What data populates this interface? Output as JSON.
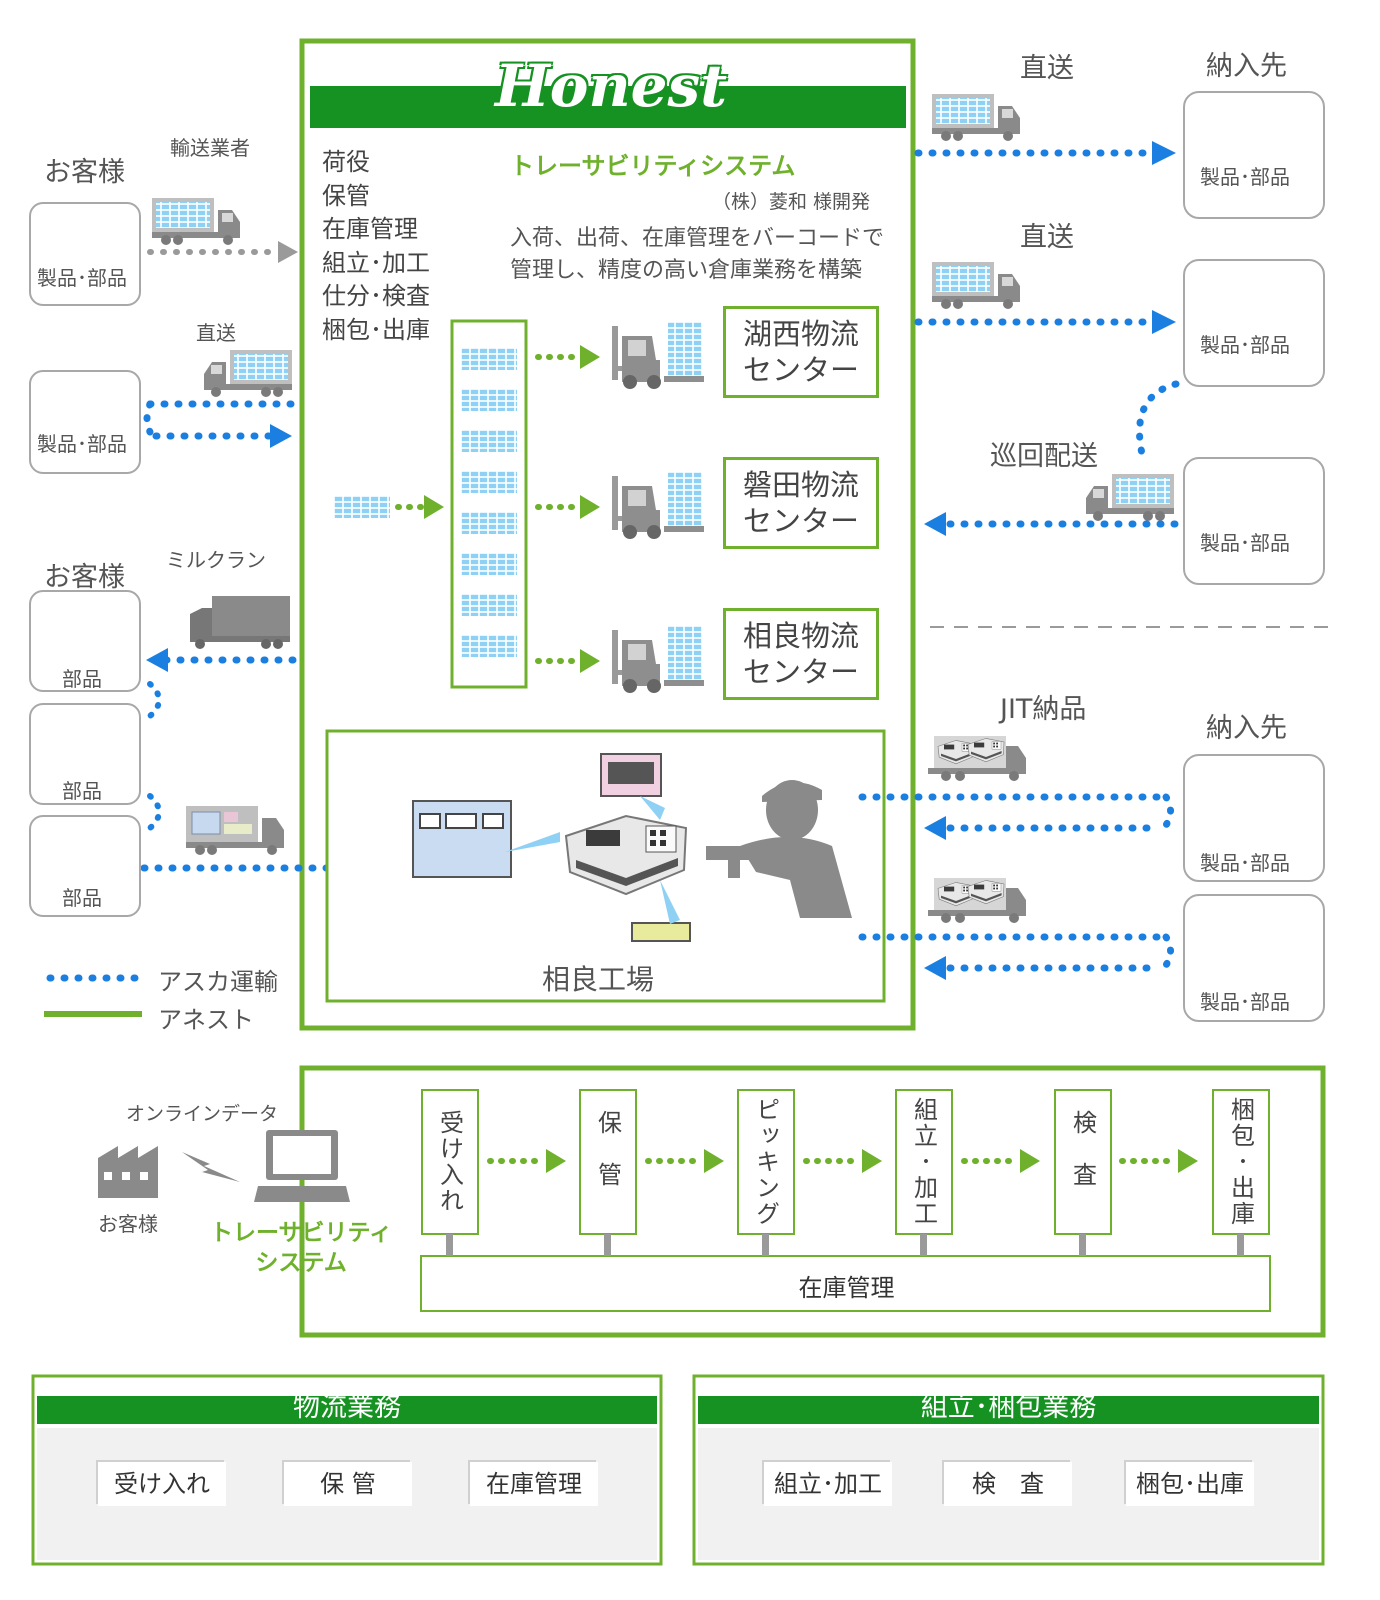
{
  "brand": {
    "logo_text": "Honest"
  },
  "center": {
    "operations": [
      "荷役",
      "保管",
      "在庫管理",
      "組立･加工",
      "仕分･検査",
      "梱包･出庫"
    ],
    "traceability_title": "トレーサビリティシステム",
    "developer": "（株）菱和 様開発",
    "description_line1": "入荷、出荷、在庫管理をバーコードで",
    "description_line2": "管理し、精度の高い倉庫業務を構築",
    "centers": [
      {
        "line1": "湖西物流",
        "line2": "センター"
      },
      {
        "line1": "磐田物流",
        "line2": "センター"
      },
      {
        "line1": "相良物流",
        "line2": "センター"
      }
    ],
    "factory_label": "相良工場"
  },
  "left": {
    "customer_label_1": "お客様",
    "transport_label": "輸送業者",
    "direct_label": "直送",
    "customer_label_2": "お客様",
    "milkrun_label": "ミルクラン",
    "product_parts": "製品･部品",
    "parts": "部品"
  },
  "right": {
    "direct_label_1": "直送",
    "destination_label_1": "納入先",
    "direct_label_2": "直送",
    "circuit_label": "巡回配送",
    "jit_label": "JIT納品",
    "destination_label_2": "納入先",
    "product_parts": "製品･部品"
  },
  "legend": {
    "asuka": "アスカ運輸",
    "honest": "アネスト"
  },
  "flow": {
    "online_data": "オンラインデータ",
    "customer": "お客様",
    "system_line1": "トレーサビリティ",
    "system_line2": "システム",
    "steps": [
      "受け入れ",
      "保管",
      "ピッキング",
      "組立･加工",
      "検査",
      "梱包･出庫"
    ],
    "inventory": "在庫管理"
  },
  "panels": {
    "logistics": {
      "title": "物流業務",
      "items": [
        "受け入れ",
        "保 管",
        "在庫管理"
      ]
    },
    "assembly": {
      "title": "組立･梱包業務",
      "items": [
        "組立･加工",
        "検　査",
        "梱包･出庫"
      ]
    }
  },
  "colors": {
    "green": "#6fb12c",
    "dark_green": "#169222",
    "blue_dots": "#1a7fe0",
    "gray": "#9a9a9a",
    "pallet": "#8fd0f5"
  }
}
